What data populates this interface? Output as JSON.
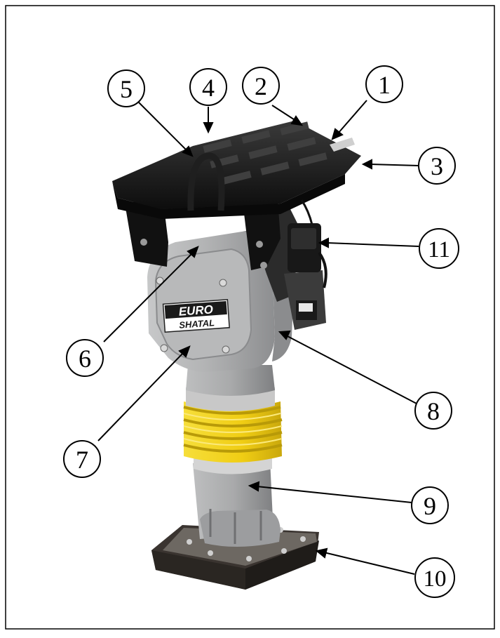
{
  "brand": {
    "line1": "EURO",
    "line2": "SHATAL"
  },
  "callouts": [
    {
      "label": "1"
    },
    {
      "label": "2"
    },
    {
      "label": "3"
    },
    {
      "label": "4"
    },
    {
      "label": "5"
    },
    {
      "label": "6"
    },
    {
      "label": "7"
    },
    {
      "label": "8"
    },
    {
      "label": "9"
    },
    {
      "label": "10"
    },
    {
      "label": "11"
    }
  ],
  "colors": {
    "frame": "#000000",
    "handle": "#1c1c1c",
    "body": "#a9aaab",
    "bellows": "#f2d21b",
    "band": "#c9c9c9",
    "foot": "#2e2a26"
  }
}
